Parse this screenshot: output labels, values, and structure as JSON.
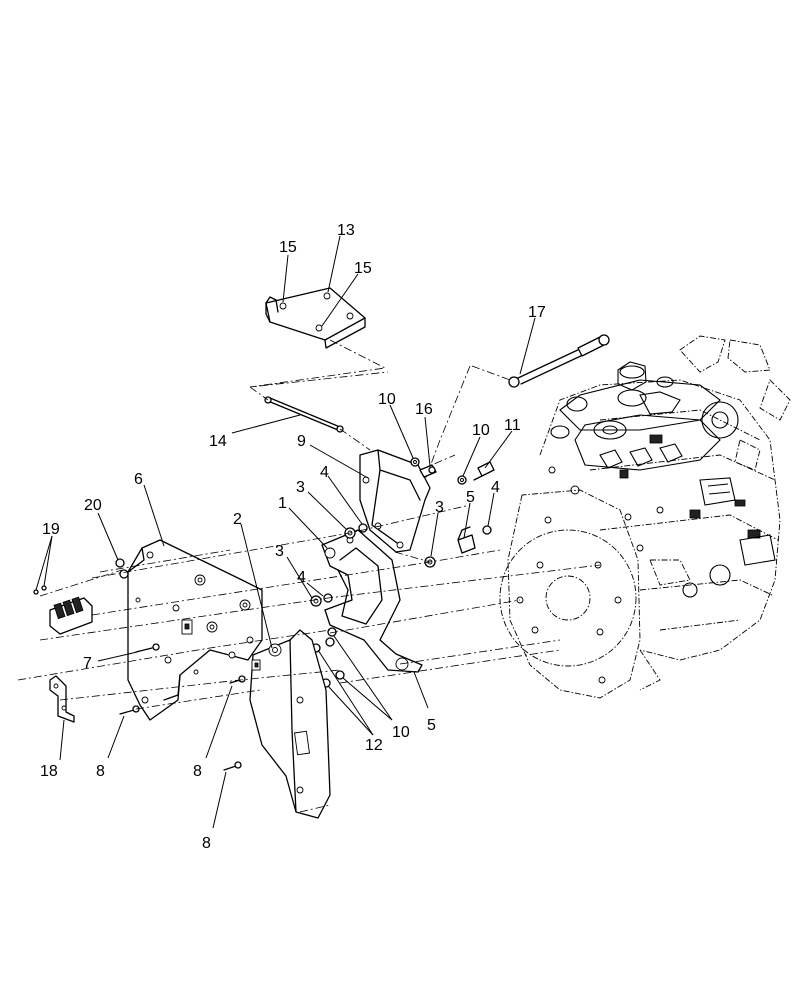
{
  "diagram": {
    "callouts": [
      {
        "key": "c13",
        "text": "13"
      },
      {
        "key": "c15a",
        "text": "15"
      },
      {
        "key": "c15b",
        "text": "15"
      },
      {
        "key": "c17",
        "text": "17"
      },
      {
        "key": "c14",
        "text": "14"
      },
      {
        "key": "c10a",
        "text": "10"
      },
      {
        "key": "c16",
        "text": "16"
      },
      {
        "key": "c10b",
        "text": "10"
      },
      {
        "key": "c11",
        "text": "11"
      },
      {
        "key": "c9",
        "text": "9"
      },
      {
        "key": "c4a",
        "text": "4"
      },
      {
        "key": "c3a",
        "text": "3"
      },
      {
        "key": "c1",
        "text": "1"
      },
      {
        "key": "c6",
        "text": "6"
      },
      {
        "key": "c20",
        "text": "20"
      },
      {
        "key": "c2",
        "text": "2"
      },
      {
        "key": "c5a",
        "text": "5"
      },
      {
        "key": "c3b",
        "text": "3"
      },
      {
        "key": "c4b",
        "text": "4"
      },
      {
        "key": "c19",
        "text": "19"
      },
      {
        "key": "c3c",
        "text": "3"
      },
      {
        "key": "c4c",
        "text": "4"
      },
      {
        "key": "c7",
        "text": "7"
      },
      {
        "key": "c10c",
        "text": "10"
      },
      {
        "key": "c12",
        "text": "12"
      },
      {
        "key": "c5b",
        "text": "5"
      },
      {
        "key": "c18",
        "text": "18"
      },
      {
        "key": "c8a",
        "text": "8"
      },
      {
        "key": "c8b",
        "text": "8"
      },
      {
        "key": "c8c",
        "text": "8"
      }
    ]
  }
}
